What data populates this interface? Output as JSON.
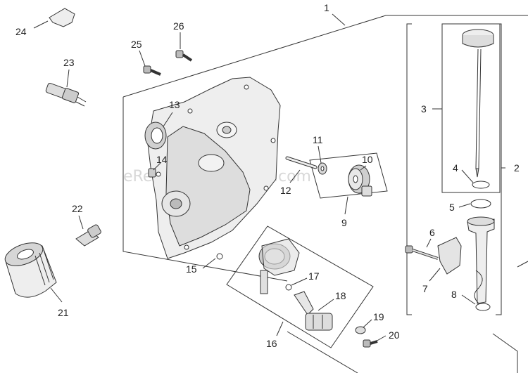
{
  "watermark": "eReplacementParts.com",
  "labels": {
    "l1": "1",
    "l2": "2",
    "l3": "3",
    "l4": "4",
    "l5": "5",
    "l6": "6",
    "l7": "7",
    "l8": "8",
    "l9": "9",
    "l10": "10",
    "l11": "11",
    "l12": "12",
    "l13": "13",
    "l14": "14",
    "l15": "15",
    "l16": "16",
    "l17": "17",
    "l18": "18",
    "l19": "19",
    "l20": "20",
    "l21": "21",
    "l22": "22",
    "l23": "23",
    "l24": "24",
    "l25": "25",
    "l26": "26"
  },
  "colors": {
    "line": "#333333",
    "part_fill": "#e9e9e9",
    "part_dark": "#c8c8c8",
    "watermark": "#d8d8d8"
  }
}
